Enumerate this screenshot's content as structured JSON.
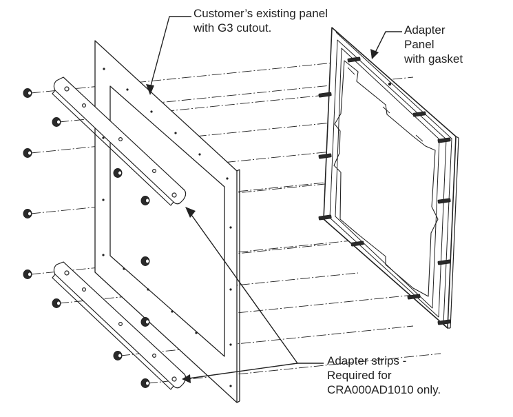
{
  "labels": {
    "customer_panel": [
      "Customer’s existing panel",
      "with G3 cutout."
    ],
    "adapter_panel": [
      "Adapter",
      "Panel",
      "with gasket"
    ],
    "adapter_strips": [
      "Adapter strips -",
      "Required for",
      "CRA000AD1010 only."
    ]
  },
  "colors": {
    "line": "#222222",
    "background": "#ffffff",
    "hardware": "#2a2a2a"
  }
}
